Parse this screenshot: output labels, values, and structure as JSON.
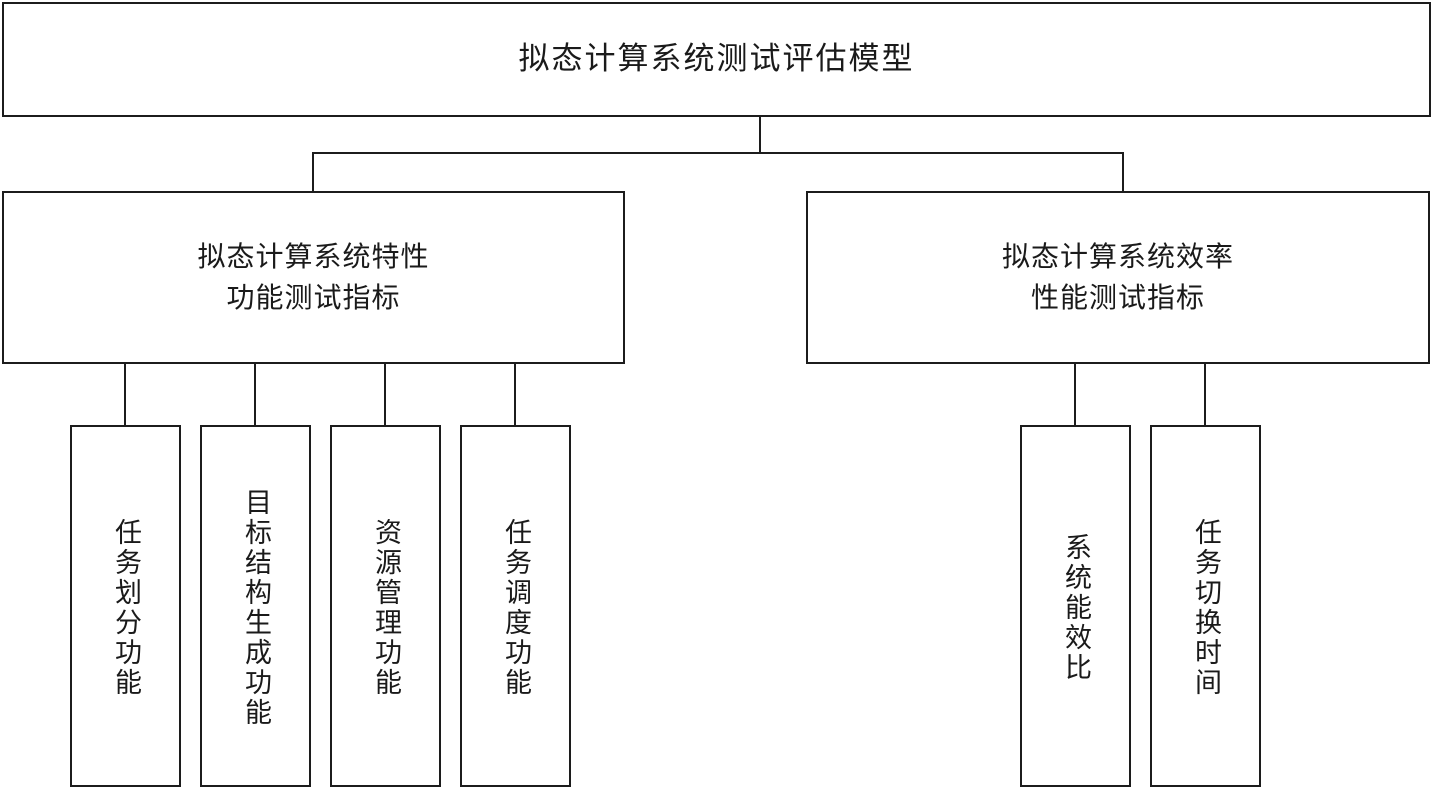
{
  "diagram": {
    "type": "tree",
    "title": "拟态计算系统测试评估模型",
    "root": {
      "label": "拟态计算系统测试评估模型"
    },
    "categories": [
      {
        "id": "functional",
        "line1": "拟态计算系统特性",
        "line2": "功能测试指标",
        "label": "拟态计算系统特性\n功能测试指标",
        "children": [
          {
            "id": "task-partition",
            "label": "任务划分功能"
          },
          {
            "id": "target-structure-generation",
            "label": "目标结构生成功能"
          },
          {
            "id": "resource-management",
            "label": "资源管理功能"
          },
          {
            "id": "task-scheduling",
            "label": "任务调度功能"
          }
        ]
      },
      {
        "id": "performance",
        "line1": "拟态计算系统效率",
        "line2": "性能测试指标",
        "label": "拟态计算系统效率\n性能测试指标",
        "children": [
          {
            "id": "system-energy-efficiency-ratio",
            "label": "系统能效比"
          },
          {
            "id": "task-switching-time",
            "label": "任务切换时间"
          }
        ]
      }
    ],
    "colors": {
      "border": "#1c1c1c",
      "text": "#1a1a1a",
      "background": "#ffffff"
    }
  }
}
